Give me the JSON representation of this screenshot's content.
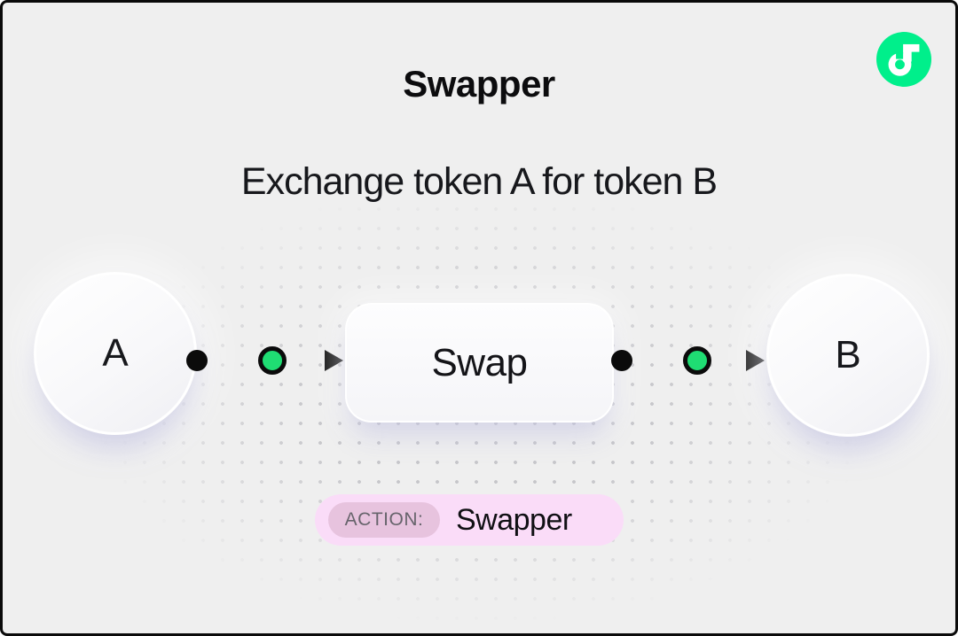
{
  "header": {
    "title": "Swapper",
    "subtitle": "Exchange token A for token B"
  },
  "logo": {
    "name": "flow-logo",
    "color": "#00EF8B"
  },
  "diagram": {
    "nodes": [
      {
        "id": "A",
        "label": "A",
        "type": "token"
      },
      {
        "id": "swap",
        "label": "Swap",
        "type": "action"
      },
      {
        "id": "B",
        "label": "B",
        "type": "token"
      }
    ],
    "edges": [
      {
        "from": "A",
        "to": "swap"
      },
      {
        "from": "swap",
        "to": "B"
      }
    ]
  },
  "action_badge": {
    "label": "ACTION:",
    "value": "Swapper"
  },
  "colors": {
    "accent_green": "#00EF8B",
    "edge_green": "#1FDD73",
    "badge_bg": "#FADCF8",
    "badge_label_bg": "#E7C3DE",
    "bg": "#EFEFEF",
    "ink": "#121216"
  }
}
